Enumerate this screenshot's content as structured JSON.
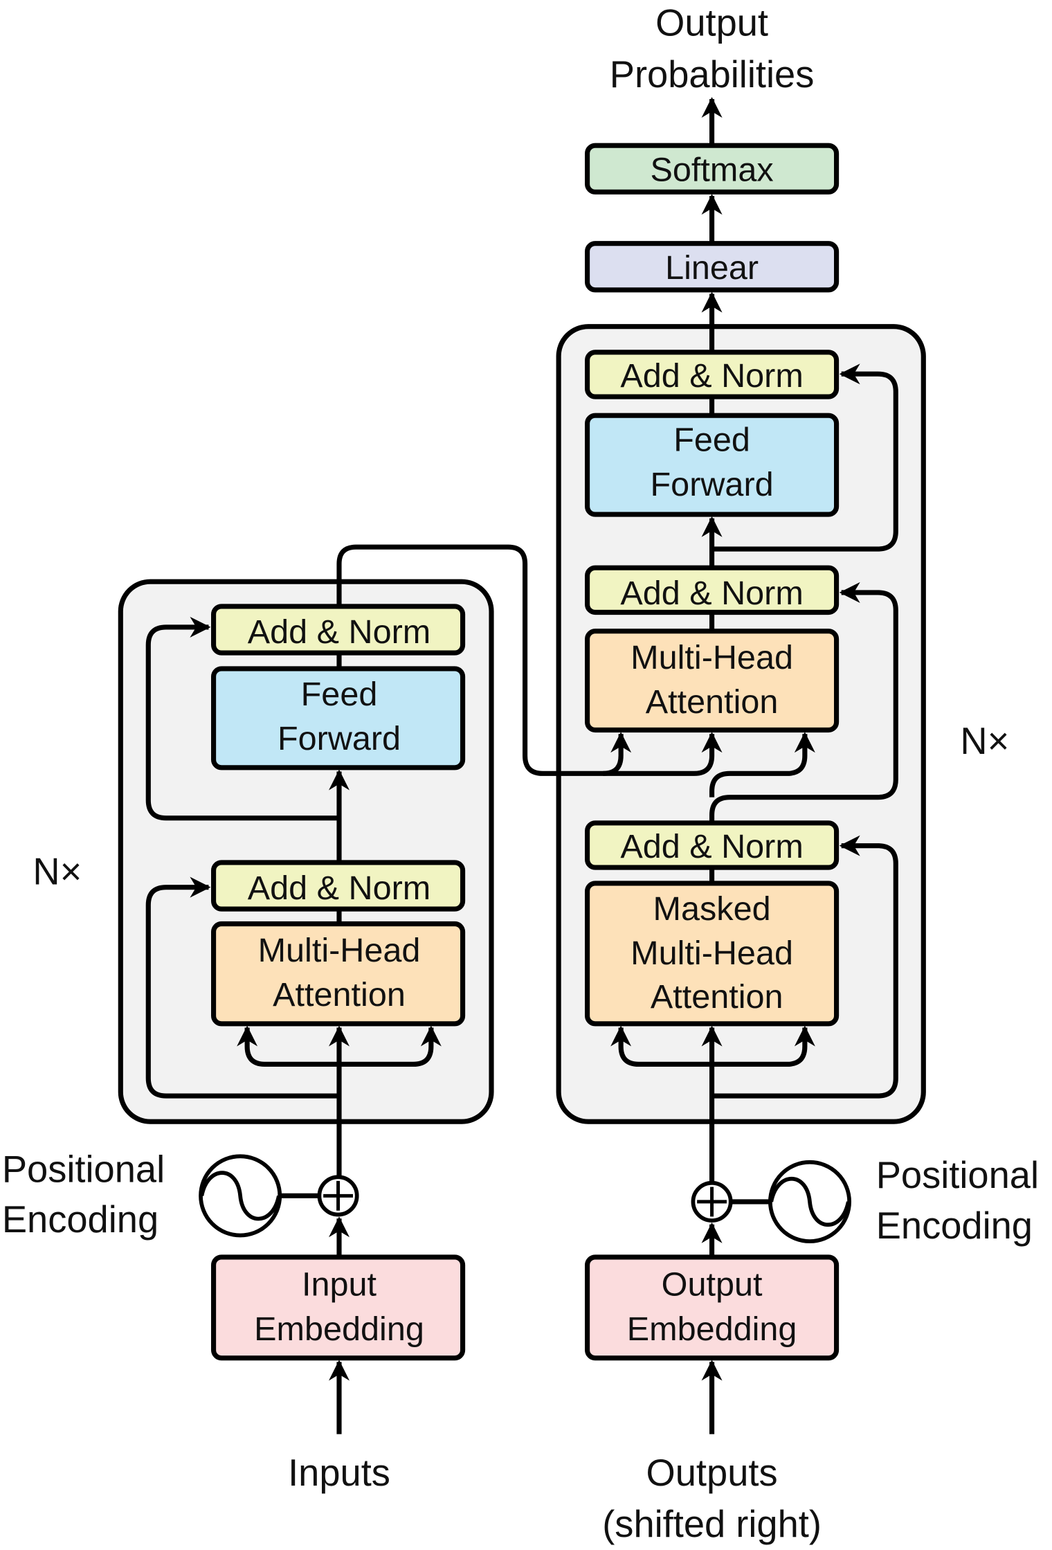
{
  "colors": {
    "add_norm": "#f1f4c2",
    "feed_forward": "#c1e7f6",
    "attention": "#fde1b9",
    "embedding": "#fbdcdd",
    "linear": "#dcdff0",
    "softmax": "#cfe8d0",
    "stack_bg": "#f2f2f2"
  },
  "labels": {
    "output_probabilities": [
      "Output",
      "Probabilities"
    ],
    "softmax": "Softmax",
    "linear": "Linear",
    "add_norm": "Add & Norm",
    "feed_forward": [
      "Feed",
      "Forward"
    ],
    "multi_head_attention": [
      "Multi-Head",
      "Attention"
    ],
    "masked_multi_head_attention": [
      "Masked",
      "Multi-Head",
      "Attention"
    ],
    "encoder_nx": "N×",
    "decoder_nx": "N×",
    "positional_encoding": [
      "Positional",
      "Encoding"
    ],
    "input_embedding": [
      "Input",
      "Embedding"
    ],
    "output_embedding": [
      "Output",
      "Embedding"
    ],
    "inputs": "Inputs",
    "outputs": [
      "Outputs",
      "(shifted right)"
    ]
  }
}
